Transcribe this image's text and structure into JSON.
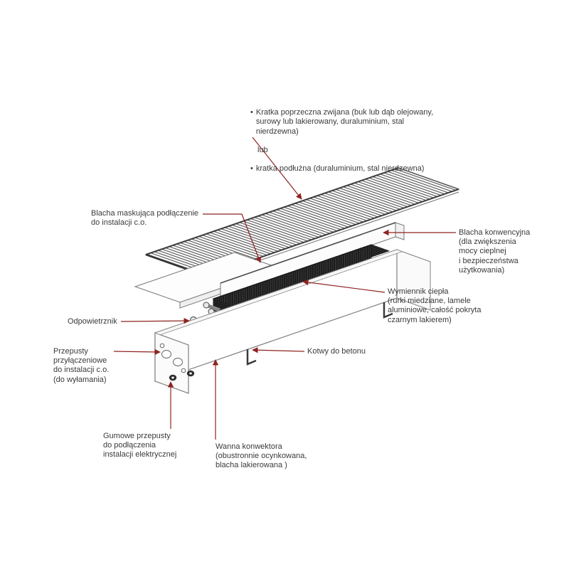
{
  "diagram": {
    "labels": {
      "kratka": {
        "bullet": "•",
        "item1": "Kratka poprzeczna zwijana (buk lub dąb olejowany,\nsurowy lub lakierowany, duraluminium, stal nierdzewna)",
        "connector": "lub",
        "item2": "kratka podłużna (duraluminium, stal nierdzewna)"
      },
      "blacha_maskujaca": "Blacha maskująca podłączenie\ndo instalacji c.o.",
      "blacha_konwencyjna": "Blacha konwencyjna\n(dla zwiększenia\nmocy cieplnej\ni bezpieczeństwa\nużytkowania)",
      "wymiennik": "Wymiennik ciepła\n(rurki miedziane, lamele\naluminiowe, całość pokryta\nczarnym lakierem)",
      "odpowietrznik": "Odpowietrznik",
      "przepusty": "Przepusty\nprzyłączeniowe\ndo instalacji c.o.\n(do wyłamania)",
      "kotwy": "Kotwy do betonu",
      "gumowe": "Gumowe przepusty\ndo podłączenia\ninstalacji elektrycznej",
      "wanna": "Wanna konwektora\n(obustronnie ocynkowana,\nblacha lakierowana )"
    },
    "colors": {
      "leader_line": "#8e2320",
      "label_text": "#3a3a3a",
      "drawing_outline": "#7a7a7a",
      "exchanger_dark": "#161616",
      "background": "#ffffff"
    }
  }
}
